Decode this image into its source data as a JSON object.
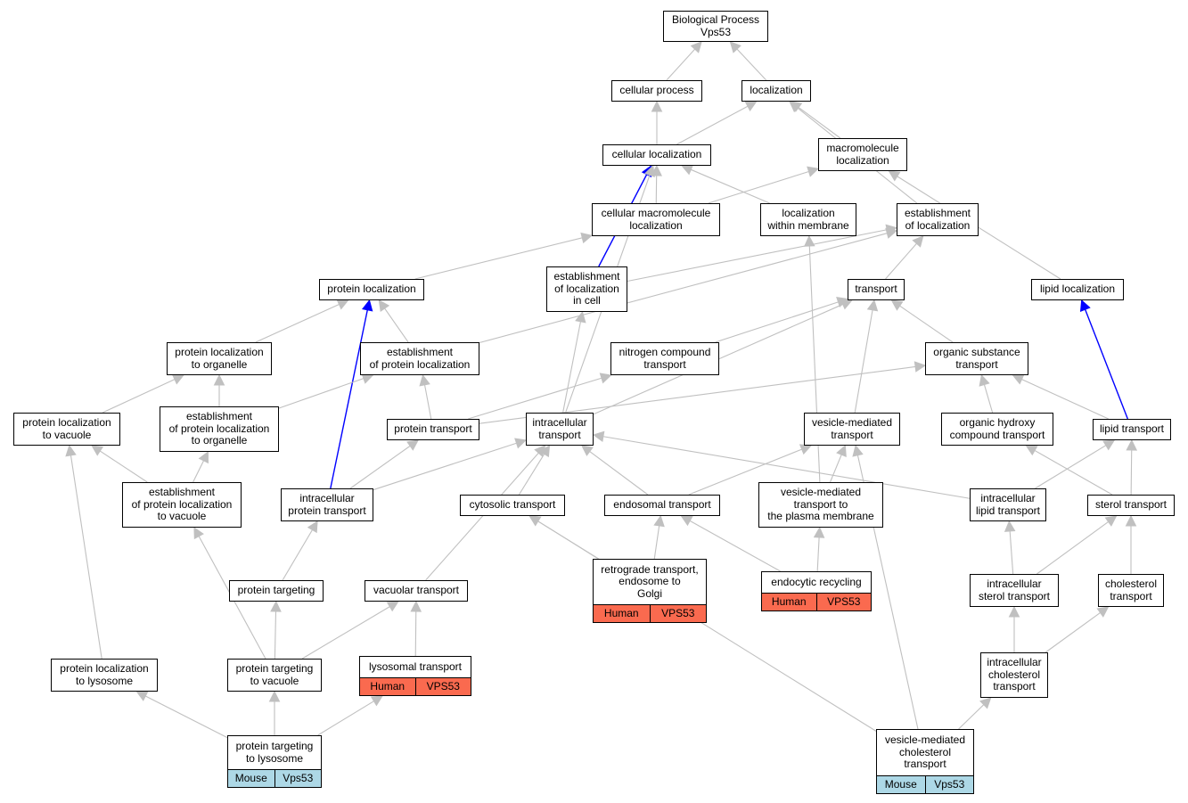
{
  "colors": {
    "edge": "#c0c0c0",
    "edge_highlight": "#0000ff",
    "human_fill": "#fa6a4f",
    "mouse_fill": "#add8e6",
    "node_border": "#000000"
  },
  "nodes": [
    {
      "id": "bp",
      "label": "Biological Process\nVps53"
    },
    {
      "id": "cp",
      "label": "cellular process"
    },
    {
      "id": "loc",
      "label": "localization"
    },
    {
      "id": "cl",
      "label": "cellular localization"
    },
    {
      "id": "mml",
      "label": "macromolecule\nlocalization"
    },
    {
      "id": "cml",
      "label": "cellular macromolecule\nlocalization"
    },
    {
      "id": "lwm",
      "label": "localization\nwithin membrane"
    },
    {
      "id": "eol",
      "label": "establishment\nof localization"
    },
    {
      "id": "pl",
      "label": "protein localization"
    },
    {
      "id": "eolc",
      "label": "establishment\nof localization\nin cell"
    },
    {
      "id": "tr",
      "label": "transport"
    },
    {
      "id": "lipl",
      "label": "lipid localization"
    },
    {
      "id": "plo",
      "label": "protein localization\nto organelle"
    },
    {
      "id": "epl",
      "label": "establishment\nof protein localization"
    },
    {
      "id": "nct",
      "label": "nitrogen compound\ntransport"
    },
    {
      "id": "ost",
      "label": "organic substance\ntransport"
    },
    {
      "id": "plv",
      "label": "protein localization\nto vacuole"
    },
    {
      "id": "eplo",
      "label": "establishment\nof protein localization\nto organelle"
    },
    {
      "id": "pt",
      "label": "protein transport"
    },
    {
      "id": "it",
      "label": "intracellular\ntransport"
    },
    {
      "id": "vmt",
      "label": "vesicle-mediated\ntransport"
    },
    {
      "id": "ohct",
      "label": "organic hydroxy\ncompound transport"
    },
    {
      "id": "lt",
      "label": "lipid transport"
    },
    {
      "id": "eplv",
      "label": "establishment\nof protein localization\nto vacuole"
    },
    {
      "id": "ipt",
      "label": "intracellular\nprotein transport"
    },
    {
      "id": "ct",
      "label": "cytosolic transport"
    },
    {
      "id": "et",
      "label": "endosomal transport"
    },
    {
      "id": "vmtpm",
      "label": "vesicle-mediated\ntransport to\nthe plasma membrane"
    },
    {
      "id": "ilt",
      "label": "intracellular\nlipid transport"
    },
    {
      "id": "st",
      "label": "sterol transport"
    },
    {
      "id": "ptg",
      "label": "protein targeting"
    },
    {
      "id": "vt",
      "label": "vacuolar transport"
    },
    {
      "id": "rt",
      "label": "retrograde transport,\nendosome to\nGolgi",
      "annotation": [
        "Human",
        "VPS53"
      ]
    },
    {
      "id": "er",
      "label": "endocytic recycling",
      "annotation": [
        "Human",
        "VPS53"
      ]
    },
    {
      "id": "ist",
      "label": "intracellular\nsterol transport"
    },
    {
      "id": "chol",
      "label": "cholesterol\ntransport"
    },
    {
      "id": "pll",
      "label": "protein localization\nto lysosome"
    },
    {
      "id": "ptv",
      "label": "protein targeting\nto vacuole"
    },
    {
      "id": "lyt",
      "label": "lysosomal transport",
      "annotation": [
        "Human",
        "VPS53"
      ]
    },
    {
      "id": "ict",
      "label": "intracellular\ncholesterol\ntransport"
    },
    {
      "id": "ptl",
      "label": "protein targeting\nto lysosome",
      "annotation": [
        "Mouse",
        "Vps53"
      ]
    },
    {
      "id": "vmct",
      "label": "vesicle-mediated\ncholesterol\ntransport",
      "annotation": [
        "Mouse",
        "Vps53"
      ]
    }
  ],
  "edges": [
    {
      "from": "cp",
      "to": "bp"
    },
    {
      "from": "loc",
      "to": "bp"
    },
    {
      "from": "cl",
      "to": "cp"
    },
    {
      "from": "cl",
      "to": "loc"
    },
    {
      "from": "mml",
      "to": "loc"
    },
    {
      "from": "eol",
      "to": "loc"
    },
    {
      "from": "cml",
      "to": "cl"
    },
    {
      "from": "cml",
      "to": "mml"
    },
    {
      "from": "lwm",
      "to": "cl"
    },
    {
      "from": "eolc",
      "to": "cl",
      "highlight": true
    },
    {
      "from": "it",
      "to": "cl"
    },
    {
      "from": "lipl",
      "to": "mml"
    },
    {
      "from": "pl",
      "to": "cml"
    },
    {
      "from": "eolc",
      "to": "eol"
    },
    {
      "from": "tr",
      "to": "eol"
    },
    {
      "from": "epl",
      "to": "eol"
    },
    {
      "from": "plo",
      "to": "pl"
    },
    {
      "from": "epl",
      "to": "pl"
    },
    {
      "from": "ipt",
      "to": "pl",
      "highlight": true
    },
    {
      "from": "it",
      "to": "eolc"
    },
    {
      "from": "nct",
      "to": "tr"
    },
    {
      "from": "ost",
      "to": "tr"
    },
    {
      "from": "vmt",
      "to": "tr"
    },
    {
      "from": "it",
      "to": "tr"
    },
    {
      "from": "lt",
      "to": "lipl",
      "highlight": true
    },
    {
      "from": "plv",
      "to": "plo"
    },
    {
      "from": "eplo",
      "to": "plo"
    },
    {
      "from": "eplo",
      "to": "epl"
    },
    {
      "from": "pt",
      "to": "epl"
    },
    {
      "from": "pt",
      "to": "nct"
    },
    {
      "from": "pt",
      "to": "ost"
    },
    {
      "from": "ohct",
      "to": "ost"
    },
    {
      "from": "lt",
      "to": "ost"
    },
    {
      "from": "eplv",
      "to": "plv"
    },
    {
      "from": "pll",
      "to": "plv"
    },
    {
      "from": "eplv",
      "to": "eplo"
    },
    {
      "from": "ipt",
      "to": "pt"
    },
    {
      "from": "ipt",
      "to": "it"
    },
    {
      "from": "ct",
      "to": "it"
    },
    {
      "from": "et",
      "to": "it"
    },
    {
      "from": "ilt",
      "to": "it"
    },
    {
      "from": "vt",
      "to": "it"
    },
    {
      "from": "et",
      "to": "vmt"
    },
    {
      "from": "vmtpm",
      "to": "vmt"
    },
    {
      "from": "vmtpm",
      "to": "lwm"
    },
    {
      "from": "vmct",
      "to": "vmt"
    },
    {
      "from": "st",
      "to": "ohct"
    },
    {
      "from": "ilt",
      "to": "lt"
    },
    {
      "from": "st",
      "to": "lt"
    },
    {
      "from": "ptg",
      "to": "ipt"
    },
    {
      "from": "ptv",
      "to": "eplv"
    },
    {
      "from": "rt",
      "to": "ct"
    },
    {
      "from": "vmct",
      "to": "ct"
    },
    {
      "from": "rt",
      "to": "et"
    },
    {
      "from": "er",
      "to": "et"
    },
    {
      "from": "er",
      "to": "vmtpm"
    },
    {
      "from": "ist",
      "to": "ilt"
    },
    {
      "from": "ist",
      "to": "st"
    },
    {
      "from": "chol",
      "to": "st"
    },
    {
      "from": "ptv",
      "to": "ptg"
    },
    {
      "from": "ptv",
      "to": "vt"
    },
    {
      "from": "lyt",
      "to": "vt"
    },
    {
      "from": "ict",
      "to": "ist"
    },
    {
      "from": "ict",
      "to": "chol"
    },
    {
      "from": "ptl",
      "to": "pll"
    },
    {
      "from": "ptl",
      "to": "ptv"
    },
    {
      "from": "ptl",
      "to": "lyt"
    },
    {
      "from": "vmct",
      "to": "ict"
    }
  ]
}
